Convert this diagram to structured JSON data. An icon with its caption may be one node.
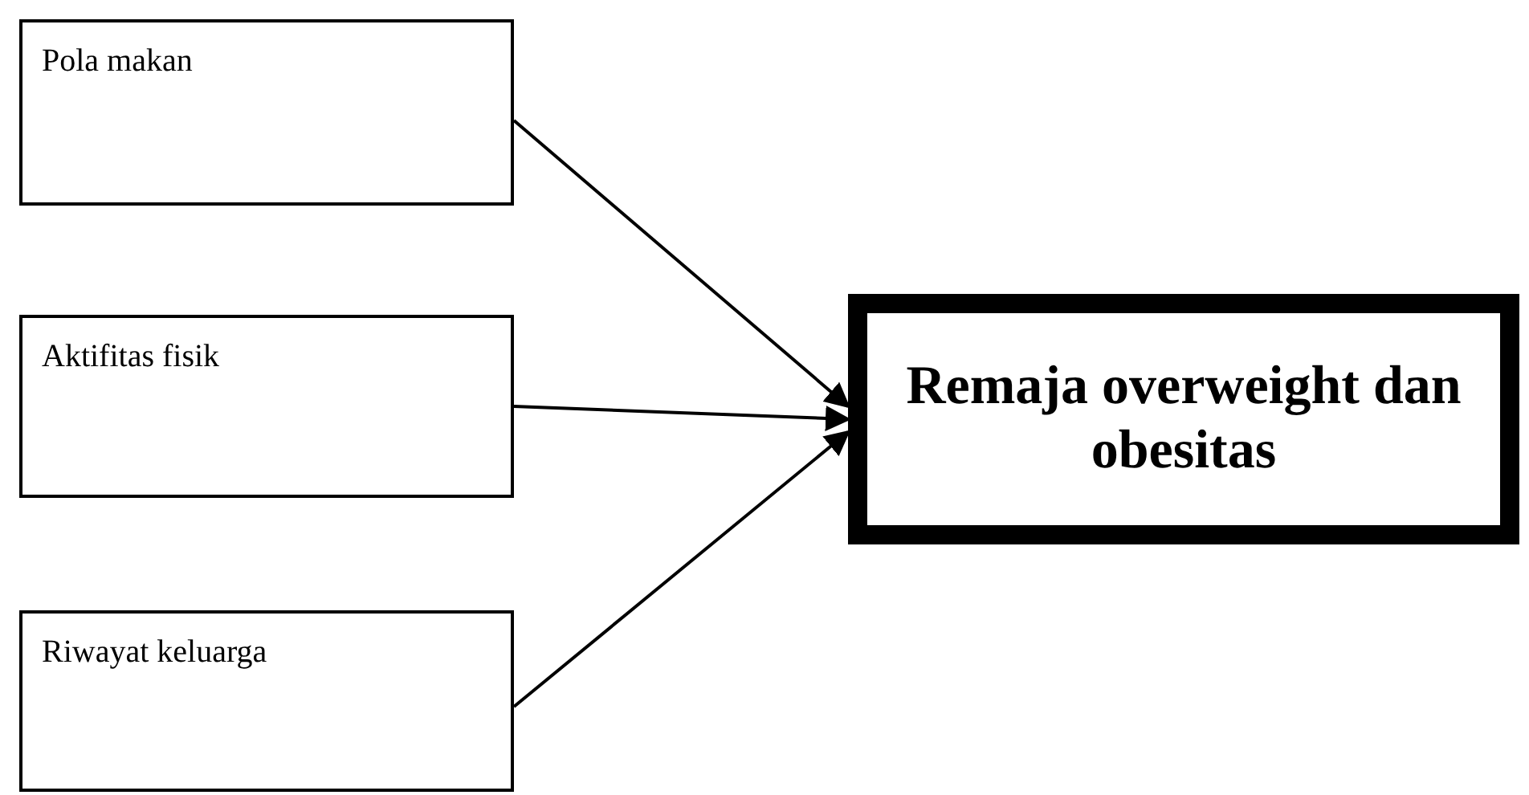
{
  "diagram": {
    "nodes": [
      {
        "text": [
          "Pola makan"
        ]
      },
      {
        "text": [
          "Aktifitas fisik"
        ]
      },
      {
        "text": [
          "Riwayat keluarga"
        ]
      },
      {
        "text": [
          "Remaja overweight dan obesitas"
        ]
      }
    ],
    "edges": [
      {
        "from": 0,
        "to": 3,
        "arrow": "to"
      },
      {
        "from": 1,
        "to": 3,
        "arrow": "to"
      },
      {
        "from": 2,
        "to": 3,
        "arrow": "to"
      }
    ]
  }
}
